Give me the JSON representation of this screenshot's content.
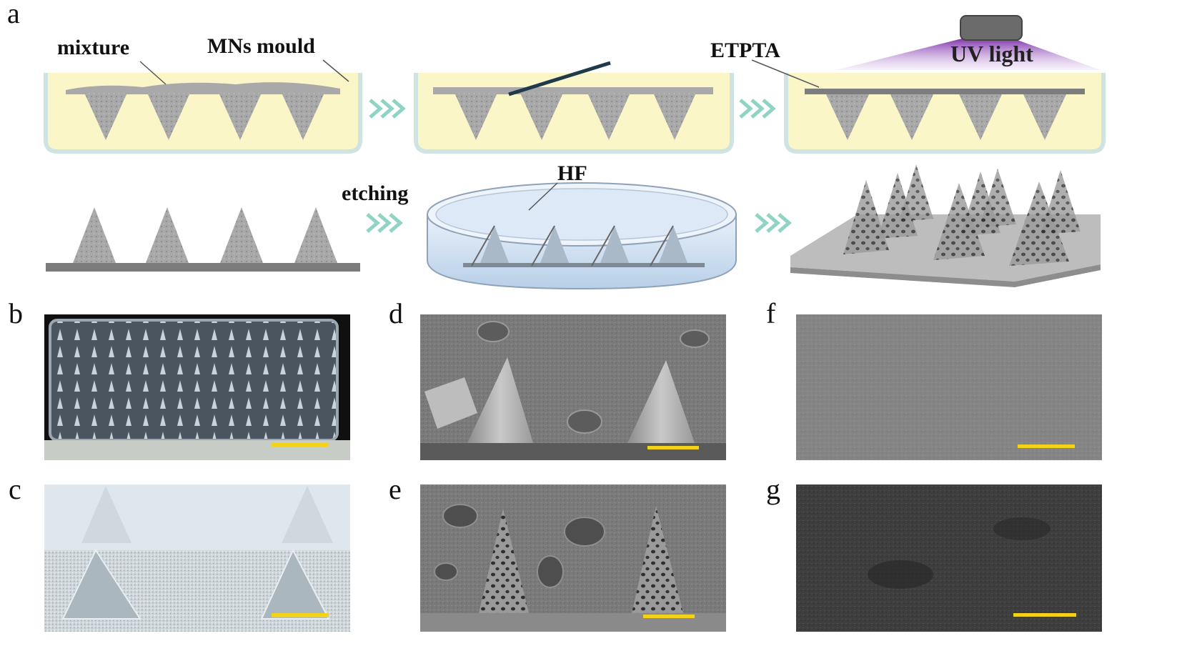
{
  "panel_letters": {
    "a": "a",
    "b": "b",
    "c": "c",
    "d": "d",
    "e": "e",
    "f": "f",
    "g": "g"
  },
  "annotations": {
    "mixture": "mixture",
    "mns_mould": "MNs mould",
    "etpta": "ETPTA",
    "uv_light": "UV light",
    "etching": "etching",
    "hf": "HF"
  },
  "colors": {
    "mould_fill": "#fbf6c8",
    "mould_edge": "#cfe3e3",
    "needle_gray": "#a9a9a9",
    "arrow_teal": "#8fd3c4",
    "uv_purple": "#8a3bb0",
    "scale_bar": "#f2d21a",
    "hf_blue": "#cfe0f2"
  }
}
